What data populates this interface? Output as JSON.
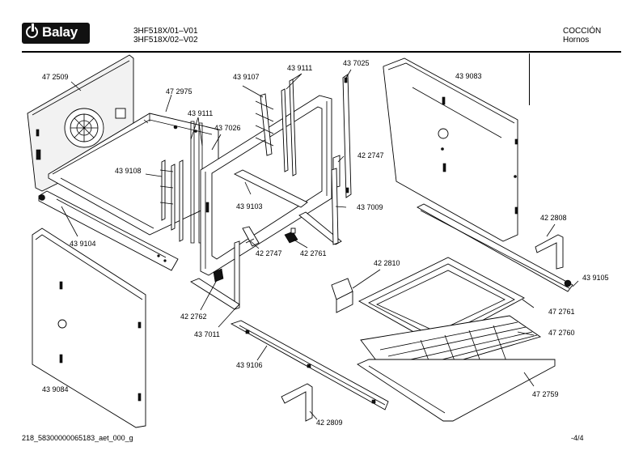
{
  "header": {
    "brand": "Balay",
    "model_line_1": "3HF518X/01–V01",
    "model_line_2": "3HF518X/02–V02",
    "category": "COCCIÓN",
    "subcategory": "Hornos"
  },
  "footer": {
    "doc_code": "218_58300000065183_aet_000_g",
    "page": "-4/4"
  },
  "parts": {
    "p472509": "47 2509",
    "p472975": "47 2975",
    "p439111a": "43 9111",
    "p439107": "43 9107",
    "p439111b": "43 9111",
    "p437025": "43 7025",
    "p439083": "43 9083",
    "p437026": "43 7026",
    "p439108": "43 9108",
    "p422747a": "42 2747",
    "p439103": "43 9103",
    "p437009": "43 7009",
    "p439104": "43 9104",
    "p422747b": "42 2747",
    "p422761": "42 2761",
    "p422808": "42 2808",
    "p422810": "42 2810",
    "p439105": "43 9105",
    "p422762": "42 2762",
    "p437011": "43 7011",
    "p472761": "47 2761",
    "p472760": "47 2760",
    "p439106": "43 9106",
    "p472759": "47 2759",
    "p439084": "43 9084",
    "p422809": "42 2809"
  }
}
